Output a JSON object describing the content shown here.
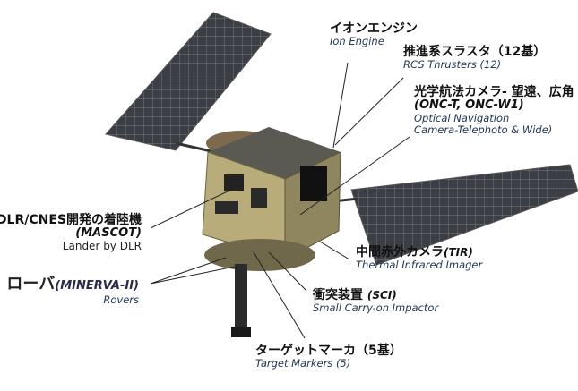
{
  "labels": {
    "ion_engine": {
      "jp": "イオンエンジン",
      "en": "Ion Engine"
    },
    "rcs_thrusters": {
      "jp": "推進系スラスタ（12基）",
      "en": "RCS Thrusters (12)"
    },
    "onc": {
      "jp": "光学航法カメラ- 望遠、広角",
      "code": "(ONC-T, ONC-W1)",
      "en1": "Optical Navigation",
      "en2": "Camera-Telephoto & Wide)"
    },
    "mascot": {
      "jp": "DLR/CNES開発の着陸機",
      "code": "(MASCOT)",
      "en": "Lander by DLR"
    },
    "rovers": {
      "jp": "ローバ",
      "code": "(MINERVA-II)",
      "en": "Rovers"
    },
    "tir": {
      "jp": "中間赤外カメラ",
      "code": "(TIR)",
      "en": "Thermal Infrared Imager"
    },
    "sci": {
      "jp": "衝突装置 ",
      "code": "(SCI)",
      "en": "Small Carry-on Impactor"
    },
    "target_markers": {
      "jp": "ターゲットマーカ（5基）",
      "en": "Target Markers (5)"
    }
  },
  "colors": {
    "panel": "#3a3d42",
    "body_gold": "#b8ac7a",
    "text_en": "#1f3550"
  }
}
